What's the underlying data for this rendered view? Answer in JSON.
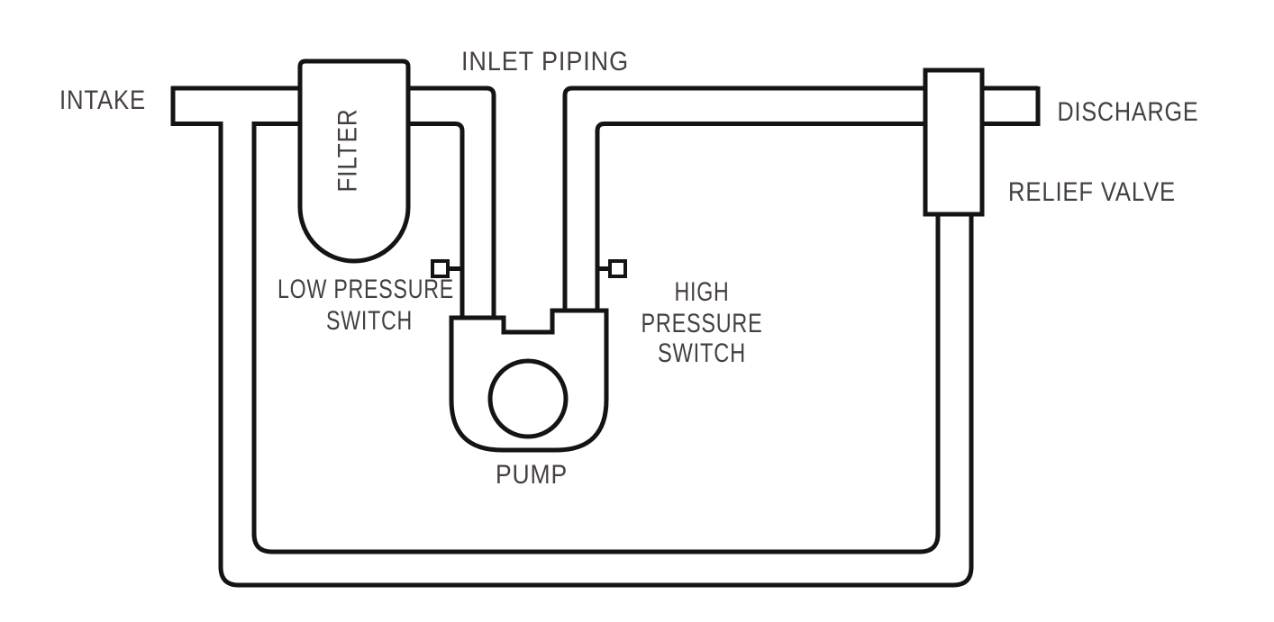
{
  "diagram": {
    "type": "piping-schematic",
    "background_color": "#ffffff",
    "line_color": "#151314",
    "text_color": "#453f41",
    "labels": {
      "intake": "INTAKE",
      "inlet_piping": "INLET PIPING",
      "filter": "FILTER",
      "discharge": "DISCHARGE",
      "relief_valve": "RELIEF VALVE",
      "low_pressure_switch_line1": "LOW PRESSURE",
      "low_pressure_switch_line2": "SWITCH",
      "high_pressure_switch_line1": "HIGH",
      "high_pressure_switch_line2": "PRESSURE",
      "high_pressure_switch_line3": "SWITCH",
      "pump": "PUMP"
    },
    "components": [
      {
        "name": "intake",
        "kind": "pipe-stub"
      },
      {
        "name": "filter",
        "kind": "inline-filter-vessel"
      },
      {
        "name": "inlet-piping",
        "kind": "pipe-run"
      },
      {
        "name": "low-pressure-switch",
        "kind": "switch"
      },
      {
        "name": "high-pressure-switch",
        "kind": "switch"
      },
      {
        "name": "pump",
        "kind": "centrifugal-pump"
      },
      {
        "name": "relief-valve",
        "kind": "valve"
      },
      {
        "name": "discharge",
        "kind": "pipe-stub"
      },
      {
        "name": "return-loop",
        "kind": "pipe-loop"
      }
    ]
  }
}
